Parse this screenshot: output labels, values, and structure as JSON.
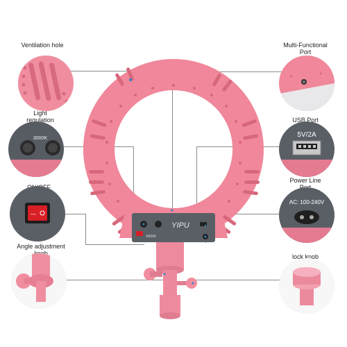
{
  "labels": {
    "ventilation": "Ventilation hole",
    "light_regulation": "Light regulation",
    "on_off": "ON/OFF",
    "angle": "Angle adjustment knob",
    "multi_port": "Multi-Functional Port",
    "usb_port": "USB Port",
    "power_line": "Power Line Port",
    "lock_knob": "lock knob"
  },
  "callouts": {
    "light_regulation_value": "3000K",
    "usb_spec": "5V/2A",
    "power_spec": "AC: 100-240V"
  },
  "product": {
    "brand": "YIPU",
    "control_label": "6000K"
  },
  "colors": {
    "ring": "#f0879a",
    "ring_dark": "#d8677c",
    "panel": "#5a5f66"
  }
}
